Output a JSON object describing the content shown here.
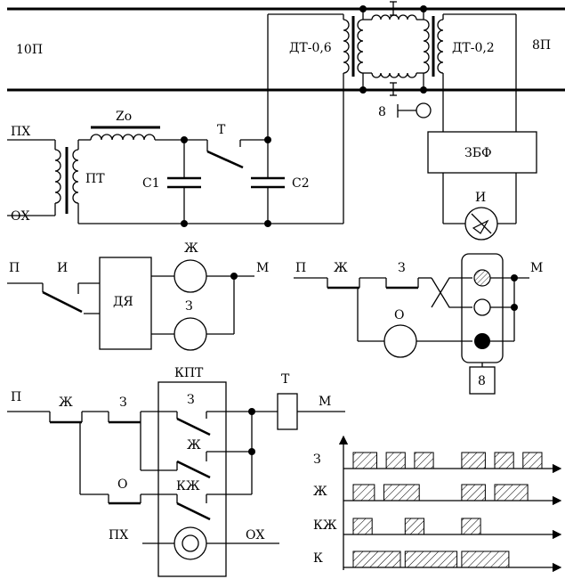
{
  "top_circuit": {
    "left_line": "10П",
    "right_line": "8П",
    "transformer_left": "ДТ-0,6",
    "transformer_right": "ДТ-0,2",
    "input_top": "ПХ",
    "input_bottom": "ОХ",
    "track_transformer": "ПТ",
    "reactor": "Zo",
    "capacitor_1": "С1",
    "capacitor_2": "С2",
    "contact_t": "Т",
    "filter": "ЗБФ",
    "indicator": "И",
    "jumper_number": "8"
  },
  "middle_left": {
    "input": "П",
    "contact": "И",
    "relay": "ДЯ",
    "lamp_top": "Ж",
    "lamp_bottom": "З",
    "output": "М"
  },
  "middle_right": {
    "input": "П",
    "contact_1": "Ж",
    "contact_2": "З",
    "lamp": "О",
    "output": "М",
    "signal_number": "8"
  },
  "bottom_left": {
    "block": "КПТ",
    "input": "П",
    "contact_zh": "Ж",
    "contact_z": "З",
    "contact_o": "О",
    "switch_z": "З",
    "switch_zh": "Ж",
    "switch_kzh": "КЖ",
    "transformer_t": "Т",
    "output": "М",
    "supply_top": "ПХ",
    "supply_bottom": "ОХ"
  },
  "timing": {
    "rows": [
      {
        "label": "З",
        "pulses": [
          [
            0,
            1
          ],
          [
            1.4,
            2.2
          ],
          [
            2.6,
            3.4
          ],
          [
            4.6,
            5.6
          ],
          [
            6,
            6.8
          ],
          [
            7.2,
            8
          ]
        ]
      },
      {
        "label": "Ж",
        "pulses": [
          [
            0,
            0.9
          ],
          [
            1.3,
            2.8
          ],
          [
            4.6,
            5.6
          ],
          [
            6,
            7.4
          ]
        ]
      },
      {
        "label": "КЖ",
        "pulses": [
          [
            0,
            0.8
          ],
          [
            2.2,
            3
          ],
          [
            4.6,
            5.4
          ]
        ]
      },
      {
        "label": "К",
        "pulses": [
          [
            0,
            2
          ],
          [
            2.2,
            4.4
          ],
          [
            4.6,
            6.6
          ]
        ]
      }
    ]
  }
}
